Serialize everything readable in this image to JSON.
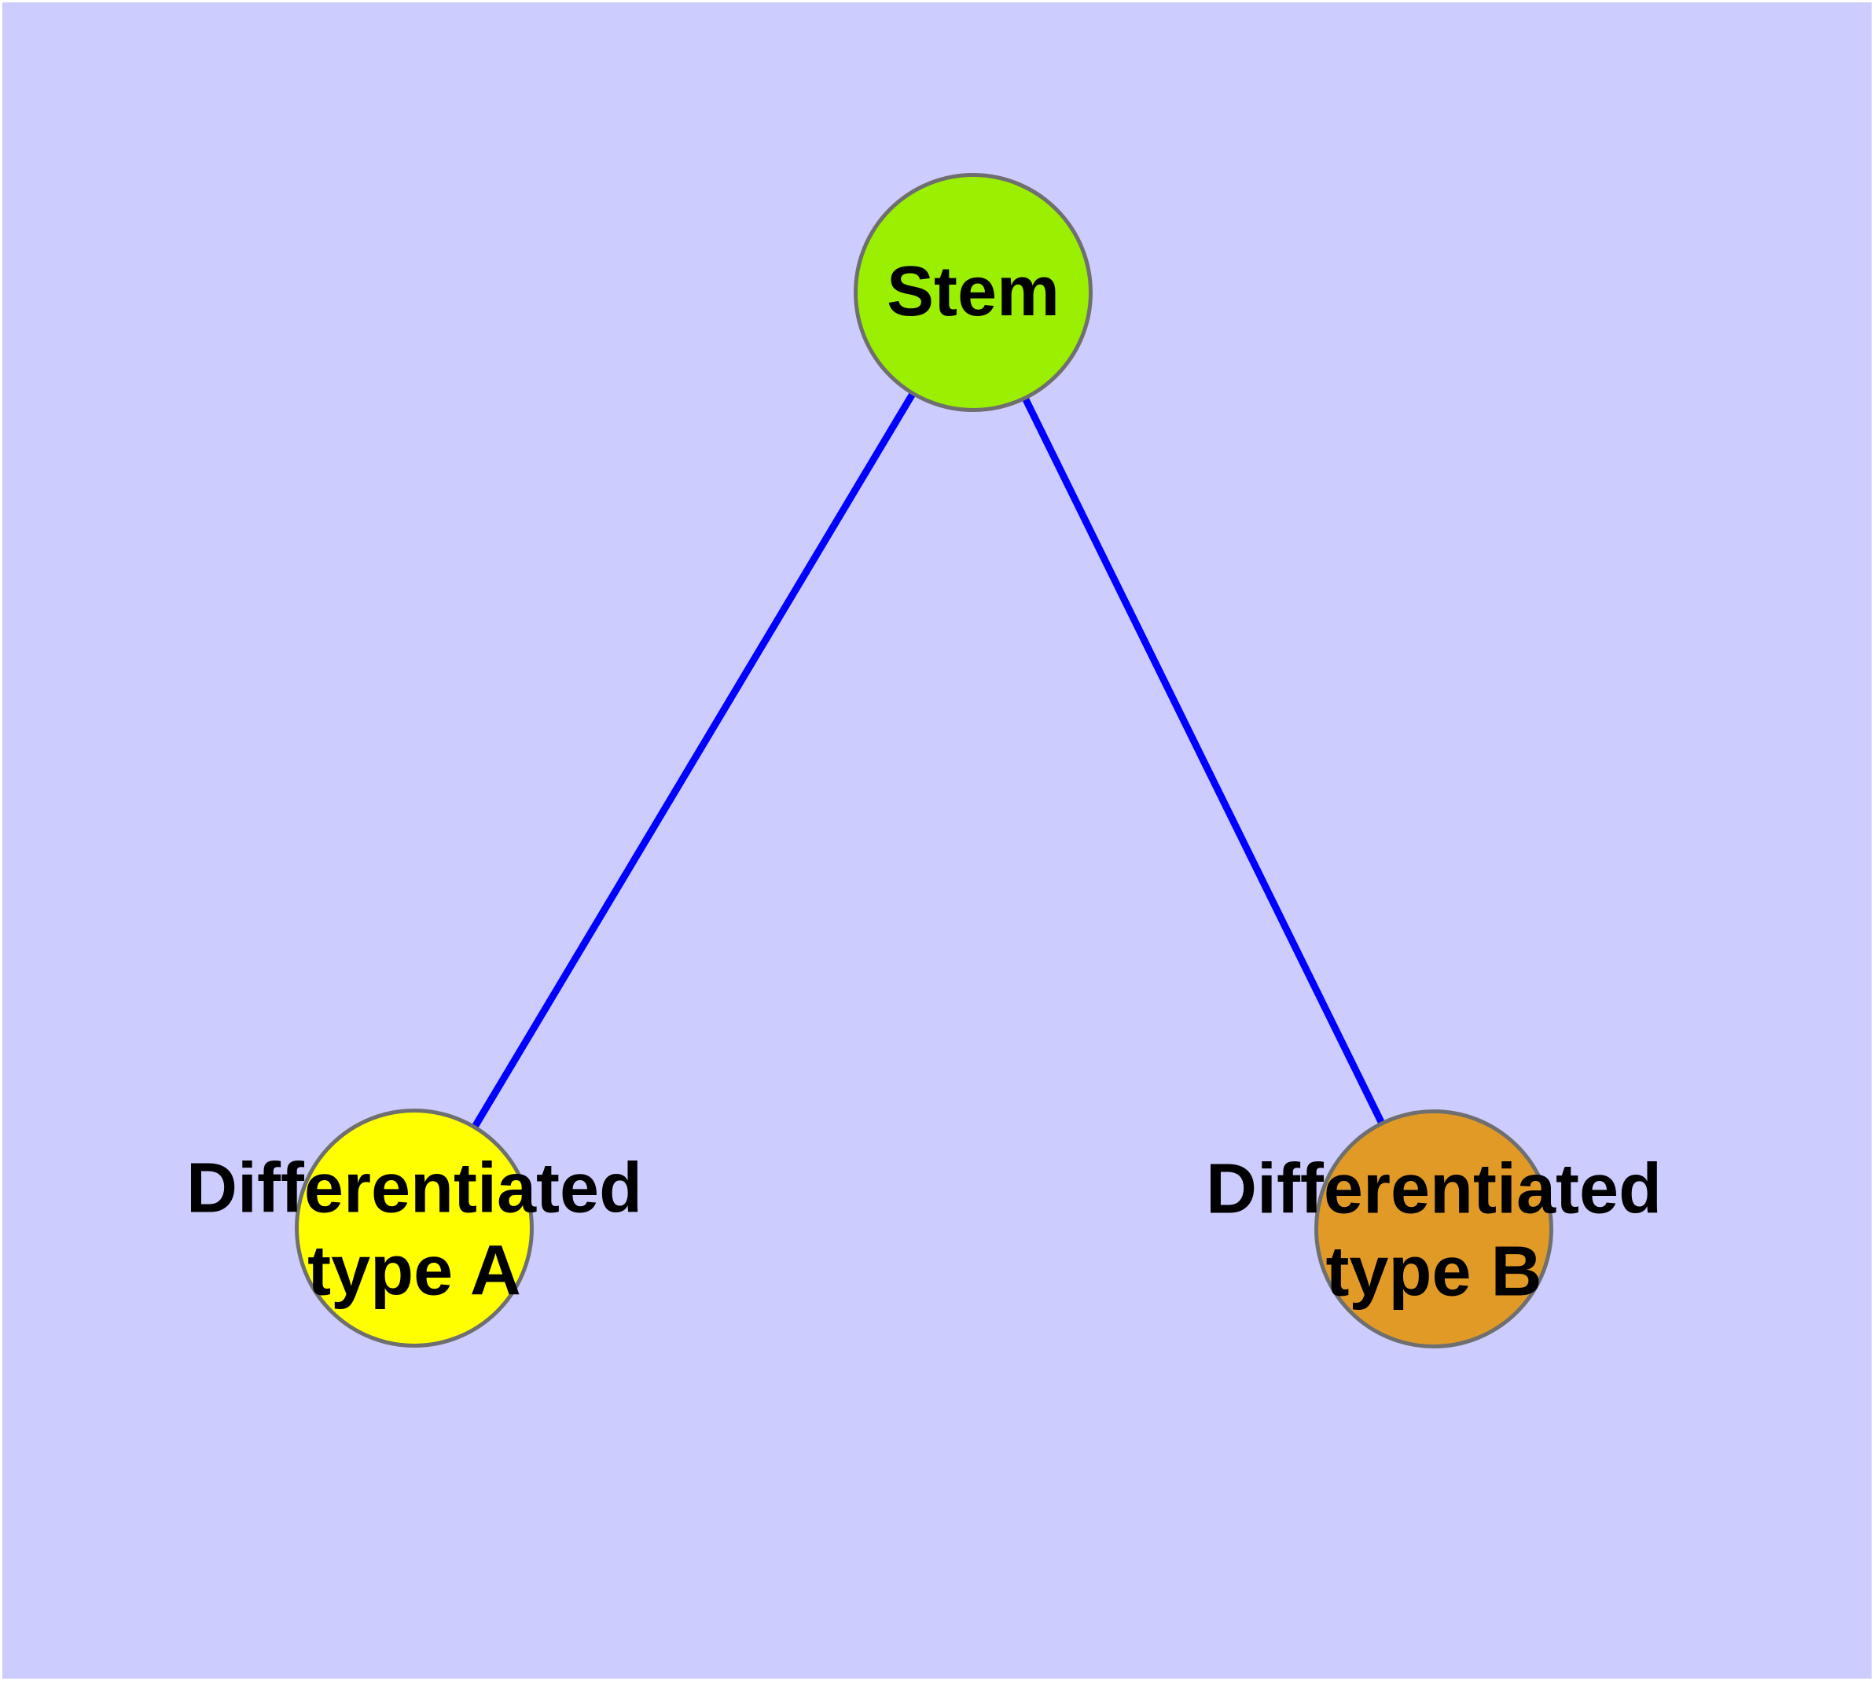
{
  "diagram": {
    "background_color": "#CCCCFF",
    "margin_color": "#FFFFFF",
    "edge_color": "#0000FF",
    "node_border_color": "#6F6F6F",
    "label_color": "#000000",
    "nodes": {
      "stem": {
        "label": "Stem",
        "fill": "#9AF000"
      },
      "type_a": {
        "label_line1": "Differentiated",
        "label_line2": "type A",
        "fill": "#FFFF00"
      },
      "type_b": {
        "label_line1": "Differentiated",
        "label_line2": "type B",
        "fill": "#E29A27"
      }
    },
    "edges": [
      {
        "from": "Stem",
        "to": "Differentiated type A"
      },
      {
        "from": "Stem",
        "to": "Differentiated type B"
      }
    ]
  }
}
